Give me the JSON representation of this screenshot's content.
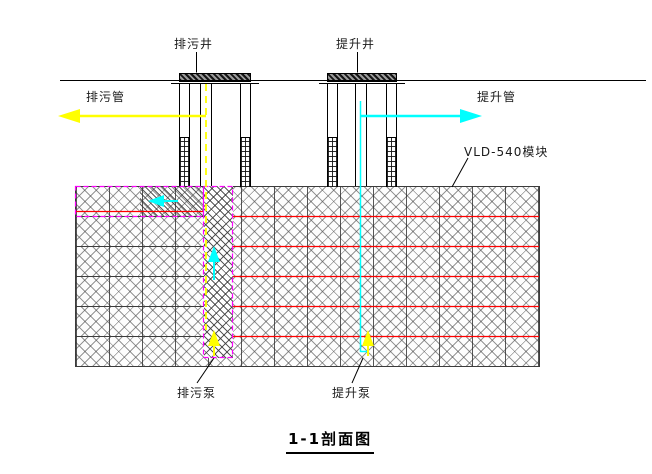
{
  "drawing": {
    "title": "1-1剖面图",
    "labels": {
      "sewage_well": "排污井",
      "lift_well": "提升井",
      "sewage_pipe": "排污管",
      "lift_pipe": "提升管",
      "module": "VLD-540模块",
      "sewage_pump": "排污泵",
      "lift_pump": "提升泵"
    },
    "colors": {
      "sewage_flow": "#ffff00",
      "lift_flow": "#00ffff",
      "highlight": "#ff00ff",
      "level_line": "#ff0000",
      "line": "#000000"
    }
  }
}
